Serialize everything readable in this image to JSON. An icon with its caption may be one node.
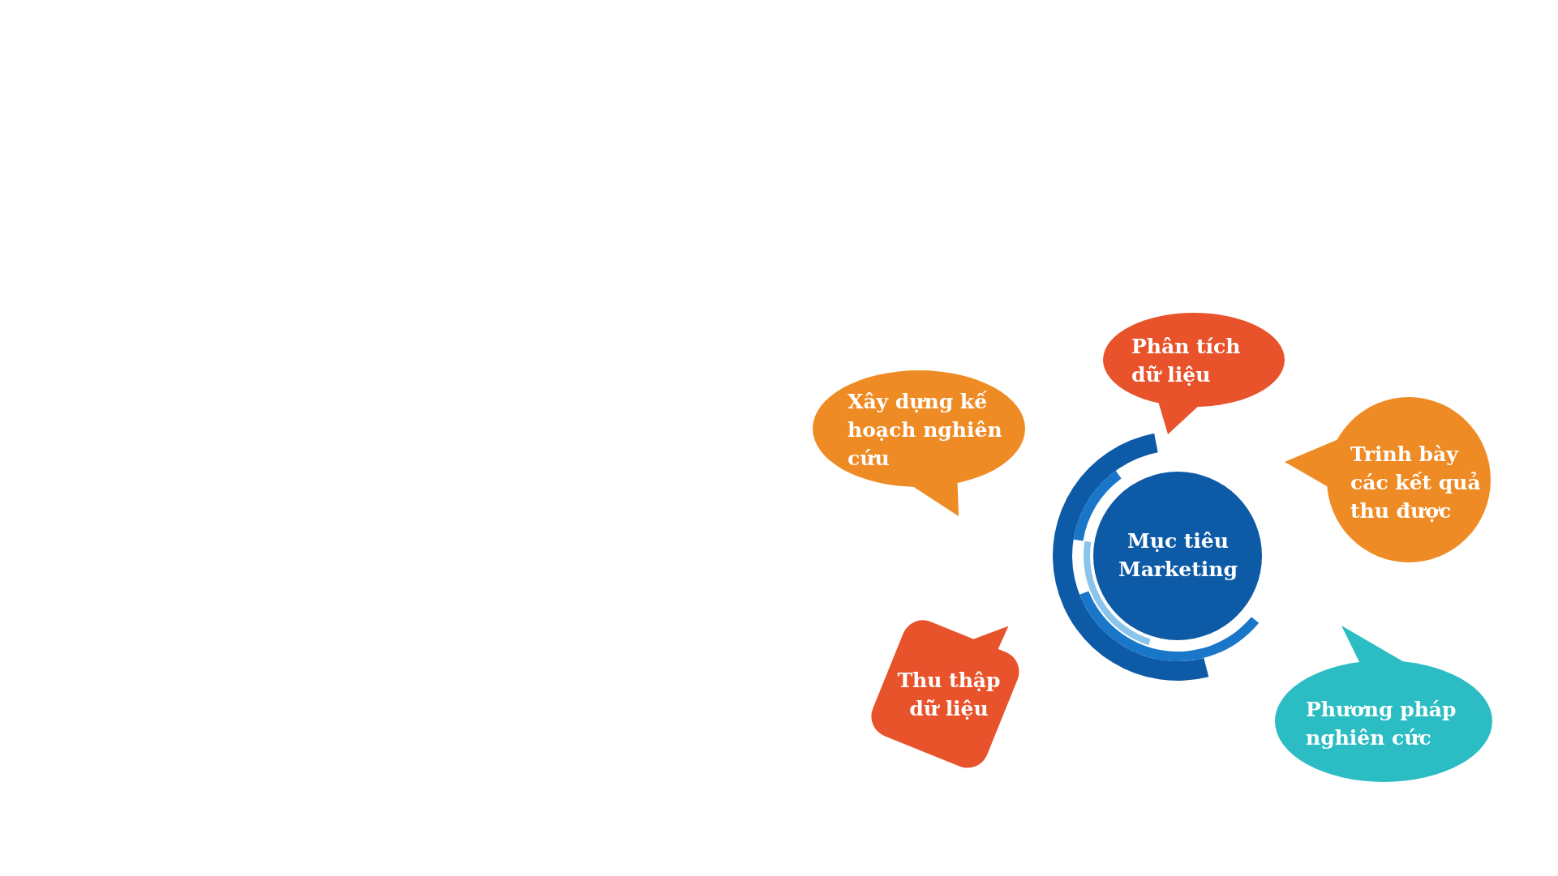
{
  "diagram": {
    "nodes": [
      {
        "text": [
          "Phân tích dữ liệu"
        ]
      },
      {
        "text": [
          "Xây dựng kế hoạch nghiên cứu"
        ]
      },
      {
        "text": [
          "Trinh bày các kết quả thu được"
        ]
      },
      {
        "text": [
          "Mục tiêu Marketing"
        ]
      },
      {
        "text": [
          "Thu thập dữ liệu"
        ]
      },
      {
        "text": [
          "Phương pháp nghiên cức"
        ]
      }
    ]
  }
}
